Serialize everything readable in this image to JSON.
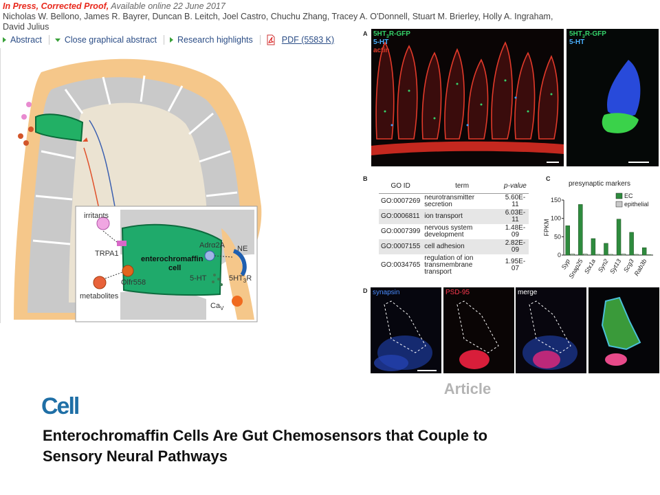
{
  "header": {
    "press_status": "In Press, Corrected Proof,",
    "available": " Available online 22 June 2017",
    "authors": "Nicholas W. Bellono, James R. Bayrer, Duncan B. Leitch, Joel Castro, Chuchu Zhang, Tracey A. O'Donnell, Stuart M. Brierley, Holly A. Ingraham, David Julius"
  },
  "nav": {
    "abstract": "Abstract",
    "close_ga": "Close graphical abstract",
    "highlights": "Research highlights",
    "pdf": "PDF (5583 K)"
  },
  "graphical_abstract": {
    "irritants": "irritants",
    "trpa1": "TRPA1",
    "olfr": "Olfr558",
    "metabolites": "metabolites",
    "cell_label_1": "enterochromaffin",
    "cell_label_2": "cell",
    "adra": "Adrα2A",
    "ne": "NE",
    "ht": "5-HT",
    "ht3r": "5HT",
    "ht3r_sub": "3",
    "ht3r_tail": "R",
    "cav": "Ca",
    "cav_sub": "V"
  },
  "figure": {
    "panel_a": "A",
    "panel_b": "B",
    "panel_c": "C",
    "panel_d": "D",
    "a_label1": "5HT",
    "a_label1_sub": "3",
    "a_label1_tail": "R-GFP",
    "a_label2": "5-HT",
    "a_label3": "actin",
    "a2_label1": "5HT",
    "a2_label1_sub": "3",
    "a2_label1_tail": "R-GFP",
    "a2_label2": "5-HT",
    "d_synapsin": "synapsin",
    "d_psd": "PSD-95",
    "d_merge": "merge"
  },
  "go_table": {
    "headers": [
      "GO ID",
      "term",
      "p-value"
    ],
    "rows": [
      {
        "id": "GO:0007269",
        "term": "neurotransmitter secretion",
        "p": "5.60E-11"
      },
      {
        "id": "GO:0006811",
        "term": "ion transport",
        "p": "6.03E-11"
      },
      {
        "id": "GO:0007399",
        "term": "nervous system development",
        "p": "1.48E-09"
      },
      {
        "id": "GO:0007155",
        "term": "cell adhesion",
        "p": "2.82E-09"
      },
      {
        "id": "GO:0034765",
        "term": "regulation of ion transmembrane transport",
        "p": "1.95E-07"
      }
    ]
  },
  "chart_data": {
    "type": "bar",
    "title": "presynaptic markers",
    "ylabel": "FPKM",
    "xlabel": "",
    "ylim": [
      0,
      150
    ],
    "yticks": [
      0,
      50,
      100,
      150
    ],
    "categories": [
      "Syp",
      "Snap25",
      "Stx1a",
      "Syn2",
      "Syt13",
      "Scg3",
      "Rab3b"
    ],
    "series": [
      {
        "name": "EC",
        "color": "#2e8b3e",
        "values": [
          80,
          138,
          45,
          32,
          98,
          62,
          20
        ]
      },
      {
        "name": "epithelial",
        "color": "#c8c8c8",
        "values": [
          3,
          3,
          2,
          2,
          3,
          2,
          1
        ]
      }
    ],
    "legend": "top-right"
  },
  "footer": {
    "article": "Article",
    "logo": "Cell",
    "title": "Enterochromaffin Cells Are Gut Chemosensors that Couple to Sensory Neural Pathways"
  }
}
